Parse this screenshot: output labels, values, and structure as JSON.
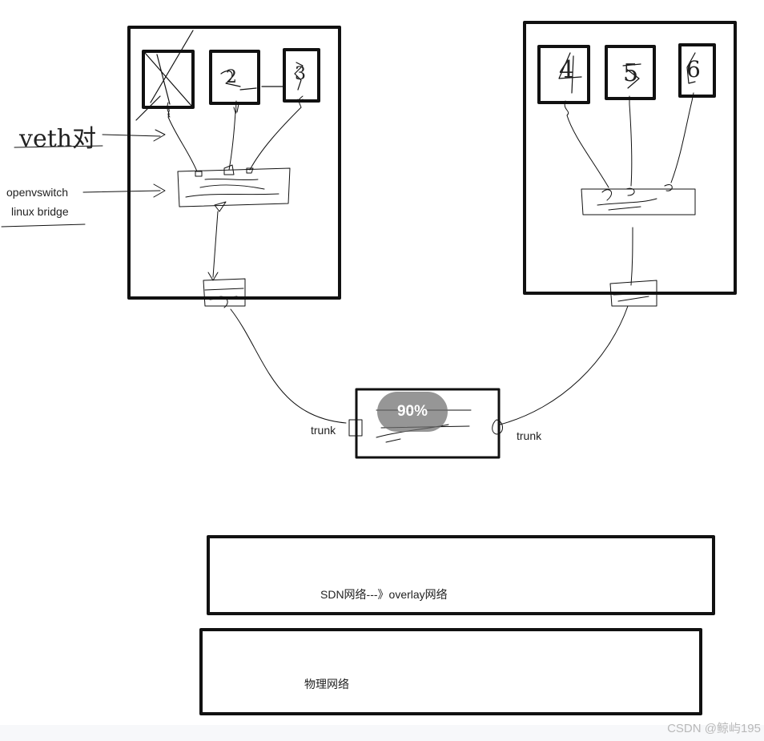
{
  "left_box": {
    "hosts": [
      "1",
      "2",
      "3"
    ]
  },
  "right_box": {
    "hosts": [
      "4",
      "5",
      "6"
    ]
  },
  "labels": {
    "veth": "veth对",
    "switch_line1": "openvswitch",
    "switch_line2": "linux bridge",
    "trunk_left": "trunk",
    "trunk_right": "trunk"
  },
  "zoom": "90%",
  "layers": {
    "overlay": "SDN网络---》overlay网络",
    "physical": "物理网络"
  },
  "watermark": "CSDN @鲸屿195"
}
